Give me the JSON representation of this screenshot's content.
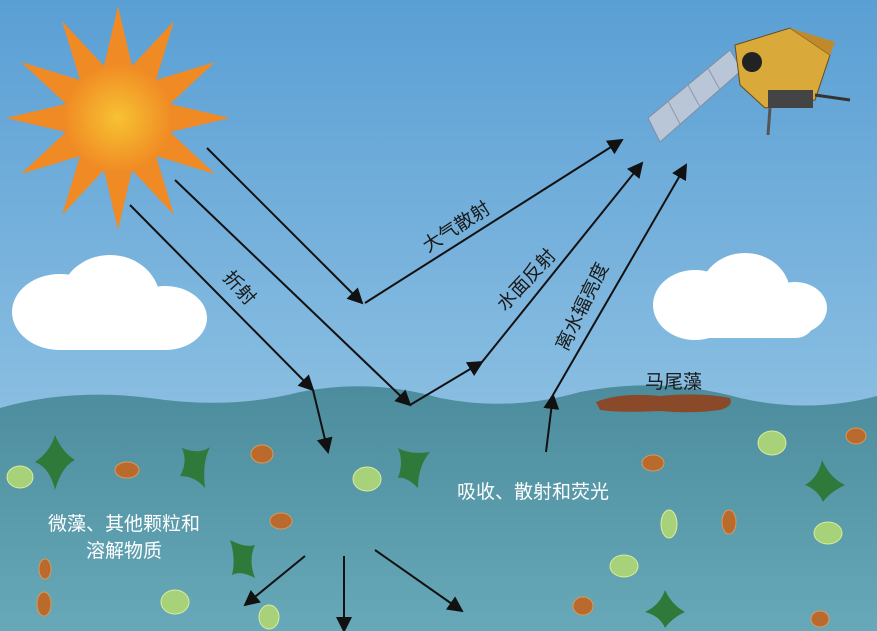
{
  "labels": {
    "atmospheric_scattering": "大气散射",
    "surface_reflection": "水面反射",
    "water_leaving_radiance": "离水辐亮度",
    "refraction": "折射",
    "sargassum": "马尾藻",
    "absorption": "吸收、散射和荧光",
    "particles_line1": "微藻、其他颗粒和",
    "particles_line2": "溶解物质"
  },
  "colors": {
    "sky_top": "#5a9fd4",
    "sky_bottom": "#a4cfe9",
    "water_top": "#4c8c9c",
    "water_bottom": "#67a9b9",
    "sun": "#f08a24",
    "sargassum": "#8a4a2a"
  }
}
